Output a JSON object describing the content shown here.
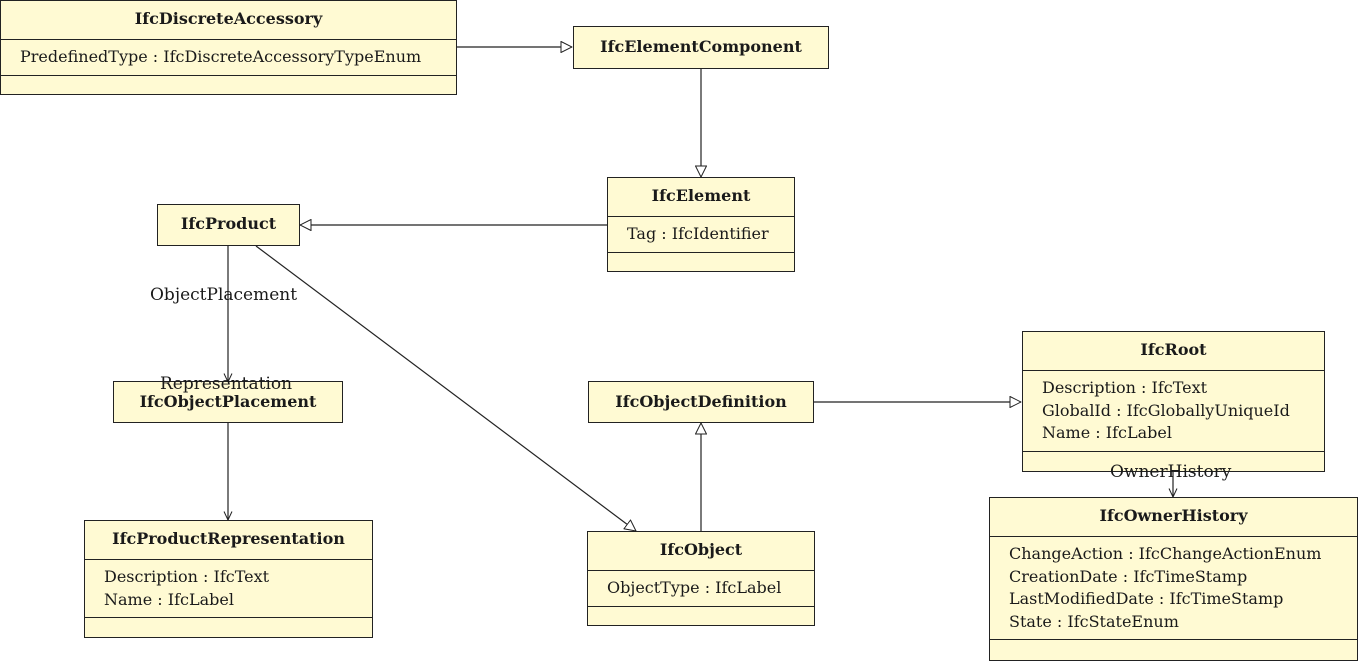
{
  "classes": {
    "discrete_accessory": {
      "name": "IfcDiscreteAccessory",
      "attributes": [
        "PredefinedType : IfcDiscreteAccessoryTypeEnum"
      ]
    },
    "element_component": {
      "name": "IfcElementComponent"
    },
    "element": {
      "name": "IfcElement",
      "attributes": [
        "Tag : IfcIdentifier"
      ]
    },
    "product": {
      "name": "IfcProduct"
    },
    "object_placement": {
      "name": "IfcObjectPlacement"
    },
    "product_representation": {
      "name": "IfcProductRepresentation",
      "attributes": [
        "Description : IfcText",
        "Name : IfcLabel"
      ]
    },
    "object_definition": {
      "name": "IfcObjectDefinition"
    },
    "object": {
      "name": "IfcObject",
      "attributes": [
        "ObjectType : IfcLabel"
      ]
    },
    "root": {
      "name": "IfcRoot",
      "attributes": [
        "Description : IfcText",
        "GlobalId : IfcGloballyUniqueId",
        "Name : IfcLabel"
      ]
    },
    "owner_history": {
      "name": "IfcOwnerHistory",
      "attributes": [
        "ChangeAction : IfcChangeActionEnum",
        "CreationDate : IfcTimeStamp",
        "LastModifiedDate : IfcTimeStamp",
        "State : IfcStateEnum"
      ]
    }
  },
  "associations": {
    "object_placement": "ObjectPlacement",
    "representation": "Representation",
    "owner_history": "OwnerHistory"
  },
  "colors": {
    "class_fill": "#fffad3",
    "line": "#222222"
  }
}
